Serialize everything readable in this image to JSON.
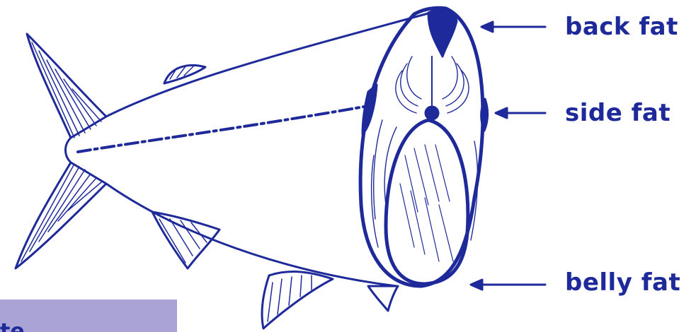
{
  "labels": {
    "back": "back fat",
    "side": "side fat",
    "belly": "belly fat"
  },
  "caption": {
    "text": "te"
  },
  "colors": {
    "ink": "#1f2a9a",
    "caption_bg": "#a9a3d6",
    "background": "#ffffff"
  }
}
